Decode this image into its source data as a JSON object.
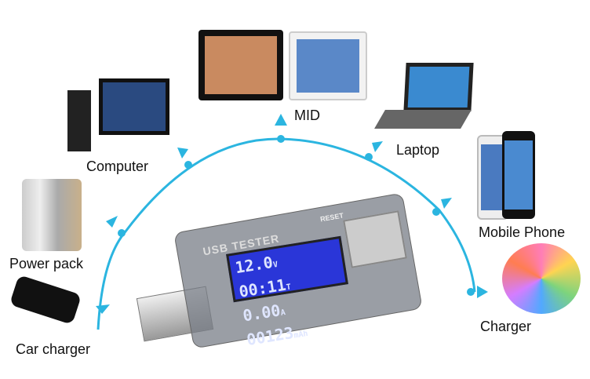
{
  "labels": {
    "mid": "MID",
    "laptop": "Laptop",
    "computer": "Computer",
    "mobile": "Mobile Phone",
    "powerpack": "Power pack",
    "charger": "Charger",
    "carcharger": "Car charger"
  },
  "device": {
    "title": "USB TESTER",
    "reset": "RESET",
    "lcd_line1_v": "12.0",
    "unit_v": "V",
    "lcd_line1_t": "00:11",
    "unit_t": "T",
    "lcd_line2_a": "0.00",
    "unit_a": "A",
    "lcd_line2_mah": "00123",
    "unit_mah": "mAh"
  },
  "colors": {
    "arc": "#2bb5e0",
    "lcd": "#2a36d8"
  }
}
